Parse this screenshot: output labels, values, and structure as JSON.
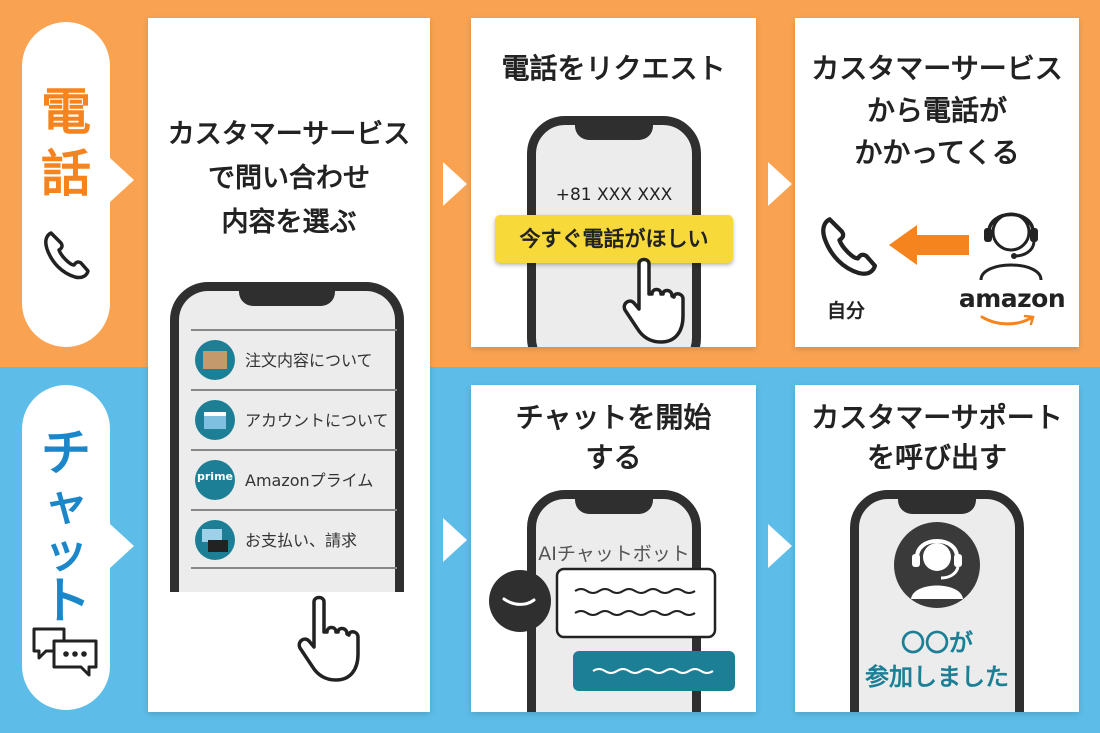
{
  "rows": {
    "phone": {
      "label": "電話",
      "color": "#f5841f",
      "bg": "#f9a352"
    },
    "chat": {
      "label": "チャット",
      "color": "#1b87c9",
      "bg": "#5dbde8"
    }
  },
  "step1": {
    "title_lines": [
      "カスタマーサービス",
      "で問い合わせ",
      "内容を選ぶ"
    ],
    "menu": [
      "注文内容について",
      "アカウントについて",
      "Amazonプライム",
      "お支払い、請求"
    ],
    "prime_logo": "prime"
  },
  "phone_step2": {
    "title": "電話をリクエスト",
    "number": "+81 XXX XXX",
    "button": "今すぐ電話がほしい",
    "button_color": "#f7d93a"
  },
  "phone_step3": {
    "title_lines": [
      "カスタマーサービス",
      "から電話が",
      "かかってくる"
    ],
    "self_label": "自分",
    "brand": "amazon",
    "arrow_color": "#f5841f"
  },
  "chat_step2": {
    "title_lines": [
      "チャットを開始",
      "する"
    ],
    "bot_label": "AIチャットボット",
    "accent": "#1c7f95"
  },
  "chat_step3": {
    "title_lines": [
      "カスタマーサポート",
      "を呼び出す"
    ],
    "joined_lines": [
      "〇〇が",
      "参加しました"
    ],
    "accent": "#1c7f95"
  },
  "icons": [
    "phone-handset-icon",
    "chat-bubbles-icon",
    "pointing-hand-icon",
    "headset-operator-icon",
    "amazon-smile-icon"
  ]
}
